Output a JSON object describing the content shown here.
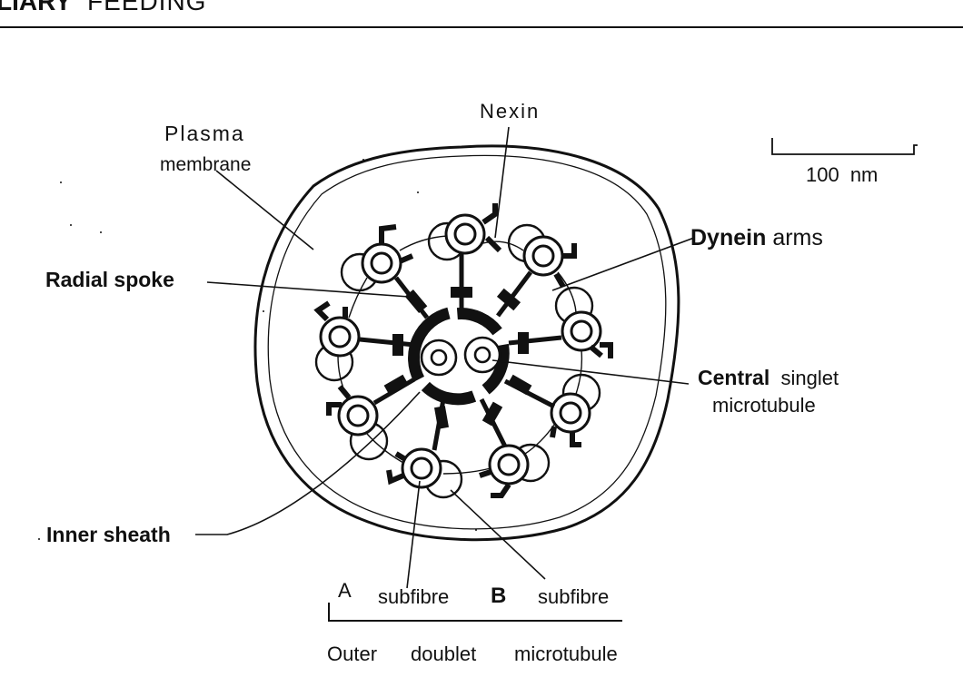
{
  "header": {
    "left_word": "LIARY",
    "right_word": "FEEDING"
  },
  "labels": {
    "nexin": "Nexin",
    "plasma": "Plasma",
    "membrane": "membrane",
    "scale": "100 nm",
    "dynein_bold": "Dynein",
    "dynein_rest": "arms",
    "radial_spoke": "Radial spoke",
    "central_bold": "Central",
    "central_rest": "singlet",
    "microtubule": "microtubule",
    "inner_sheath": "Inner sheath",
    "a_letter": "A",
    "a_subfibre": "subfibre",
    "b_letter": "B",
    "b_subfibre": "subfibre",
    "outer": "Outer",
    "doublet": "doublet",
    "outer_microtubule": "microtubule"
  },
  "colors": {
    "ink": "#111111",
    "background": "#ffffff"
  }
}
